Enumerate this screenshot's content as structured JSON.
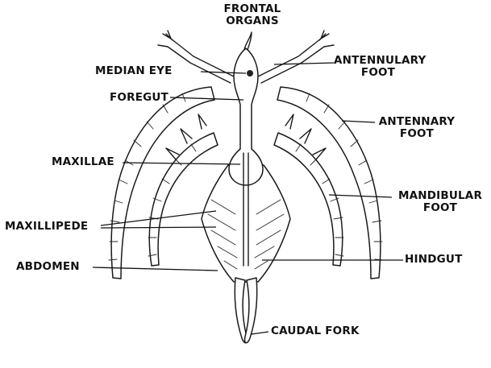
{
  "labels": {
    "frontal_organs_1": "FRONTAL",
    "frontal_organs_2": "ORGANS",
    "median_eye": "MEDIAN EYE",
    "foregut": "FOREGUT",
    "antennulary_foot_1": "ANTENNULARY",
    "antennulary_foot_2": "FOOT",
    "antennary_foot_1": "ANTENNARY",
    "antennary_foot_2": "FOOT",
    "maxillae": "MAXILLAE",
    "mandibular_foot_1": "MANDIBULAR",
    "mandibular_foot_2": "FOOT",
    "maxillipede": "MAXILLIPEDE",
    "abdomen": "ABDOMEN",
    "hindgut": "HINDGUT",
    "caudal_fork": "CAUDAL FORK"
  }
}
